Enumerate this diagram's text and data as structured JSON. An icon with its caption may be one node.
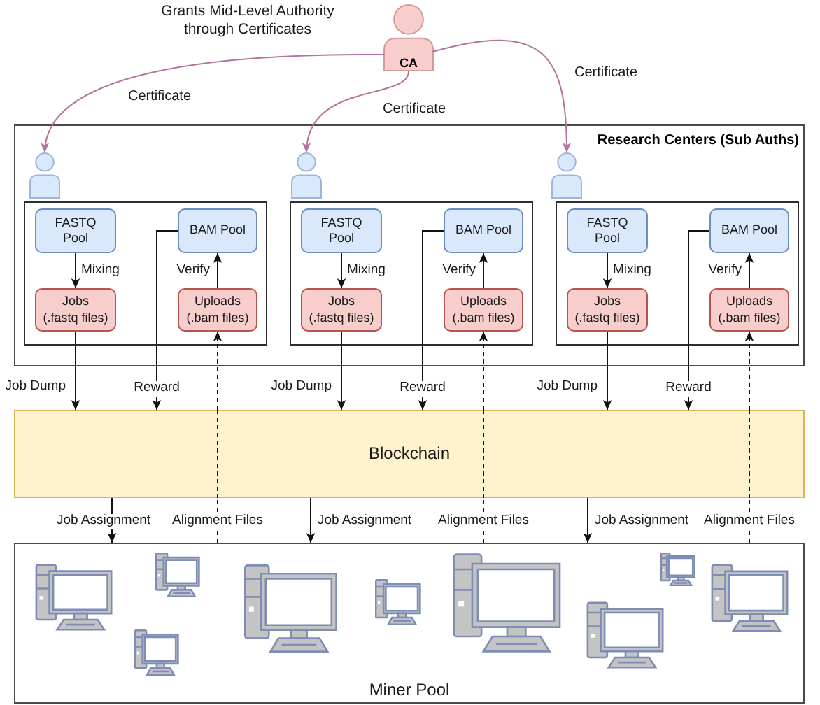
{
  "diagram": {
    "nodes": [
      {
        "text": [
          "CA"
        ],
        "beside": [
          "Grants Mid-Level Authority through Certificates"
        ]
      },
      {
        "text": [
          "Research Centers (Sub Auths)"
        ]
      },
      {
        "text": [],
        "shape": "person",
        "in": 1
      },
      {
        "text": [],
        "shape": "box",
        "in": 1
      },
      {
        "text": [
          "FASTQ Pool"
        ],
        "in": 3
      },
      {
        "text": [
          "BAM Pool"
        ],
        "in": 3
      },
      {
        "text": [
          "Jobs (.fastq files)"
        ],
        "in": 3
      },
      {
        "text": [
          "Uploads (.bam files)"
        ],
        "in": 3
      },
      {
        "text": [],
        "shape": "person",
        "in": 1
      },
      {
        "text": [],
        "shape": "box",
        "in": 1
      },
      {
        "text": [
          "FASTQ Pool"
        ],
        "in": 9
      },
      {
        "text": [
          "BAM Pool"
        ],
        "in": 9
      },
      {
        "text": [
          "Jobs (.fastq files)"
        ],
        "in": 9
      },
      {
        "text": [
          "Uploads (.bam files)"
        ],
        "in": 9
      },
      {
        "text": [],
        "shape": "person",
        "in": 1
      },
      {
        "text": [],
        "shape": "box",
        "in": 1
      },
      {
        "text": [
          "FASTQ Pool"
        ],
        "in": 15
      },
      {
        "text": [
          "BAM Pool"
        ],
        "in": 15
      },
      {
        "text": [
          "Jobs (.fastq files)"
        ],
        "in": 15
      },
      {
        "text": [
          "Uploads (.bam files)"
        ],
        "in": 15
      },
      {
        "text": [
          "Blockchain"
        ]
      },
      {
        "text": [
          "Miner Pool"
        ]
      }
    ],
    "edges": [
      {
        "from": 0,
        "to": 2,
        "arrow": "to",
        "label": "Certificate",
        "color": "#b5739d"
      },
      {
        "from": 0,
        "to": 8,
        "arrow": "to",
        "label": "Certificate",
        "color": "#b5739d"
      },
      {
        "from": 0,
        "to": 14,
        "arrow": "to",
        "label": "Certificate",
        "color": "#b5739d"
      },
      {
        "from": 4,
        "to": 6,
        "arrow": "to",
        "label": "Mixing"
      },
      {
        "from": 7,
        "to": 5,
        "arrow": "to",
        "label": "Verify"
      },
      {
        "from": 6,
        "to": 20,
        "arrow": "to",
        "label": "Job Dump"
      },
      {
        "from": 5,
        "to": 20,
        "arrow": "to",
        "label": "Reward"
      },
      {
        "from": 21,
        "to": 20,
        "arrow": "none",
        "label": "Alignment Files",
        "style": "dashed"
      },
      {
        "from": 20,
        "to": 7,
        "arrow": "to",
        "style": "dashed"
      },
      {
        "from": 20,
        "to": 21,
        "arrow": "to",
        "label": "Job Assignment"
      },
      {
        "from": 10,
        "to": 12,
        "arrow": "to",
        "label": "Mixing"
      },
      {
        "from": 13,
        "to": 11,
        "arrow": "to",
        "label": "Verify"
      },
      {
        "from": 12,
        "to": 20,
        "arrow": "to",
        "label": "Job Dump"
      },
      {
        "from": 11,
        "to": 20,
        "arrow": "to",
        "label": "Reward"
      },
      {
        "from": 21,
        "to": 20,
        "arrow": "none",
        "label": "Alignment Files",
        "style": "dashed"
      },
      {
        "from": 20,
        "to": 13,
        "arrow": "to",
        "style": "dashed"
      },
      {
        "from": 20,
        "to": 21,
        "arrow": "to",
        "label": "Job Assignment"
      },
      {
        "from": 16,
        "to": 18,
        "arrow": "to",
        "label": "Mixing"
      },
      {
        "from": 19,
        "to": 17,
        "arrow": "to",
        "label": "Verify"
      },
      {
        "from": 18,
        "to": 20,
        "arrow": "to",
        "label": "Job Dump"
      },
      {
        "from": 17,
        "to": 20,
        "arrow": "to",
        "label": "Reward"
      },
      {
        "from": 21,
        "to": 20,
        "arrow": "none",
        "label": "Alignment Files",
        "style": "dashed"
      },
      {
        "from": 20,
        "to": 19,
        "arrow": "to",
        "style": "dashed"
      },
      {
        "from": 20,
        "to": 21,
        "arrow": "to",
        "label": "Job Assignment"
      }
    ]
  }
}
